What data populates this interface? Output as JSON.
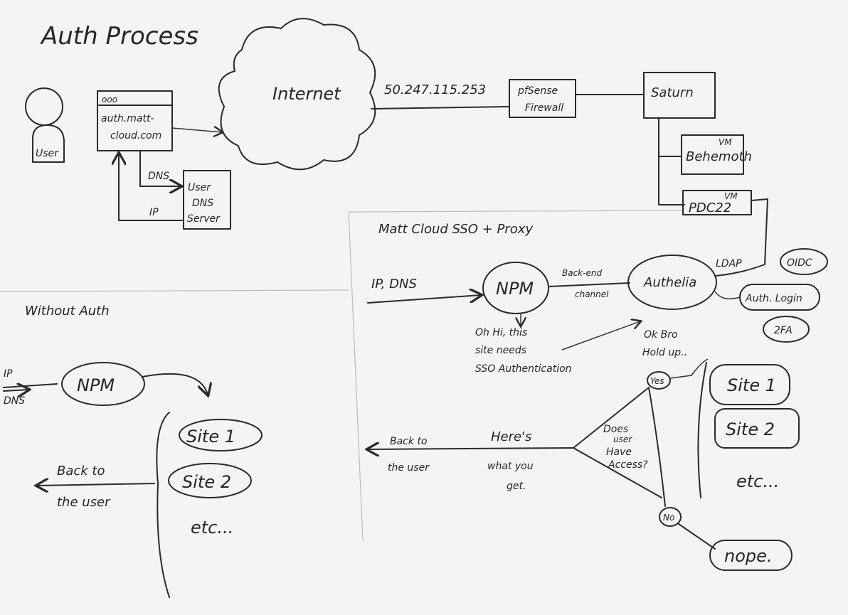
{
  "title": "Auth Process",
  "top": {
    "user_label": "User",
    "browser": {
      "titlebar": "ooo",
      "line1": "auth.matt-",
      "line2": "cloud.com"
    },
    "dns_arrow": "DNS",
    "ip_arrow": "IP",
    "dns_server": [
      "User",
      "DNS",
      "Server"
    ],
    "internet": "Internet",
    "public_ip": "50.247.115.253",
    "firewall": [
      "pfSense",
      "Firewall"
    ],
    "saturn": "Saturn",
    "behemoth": {
      "tag": "VM",
      "name": "Behemoth"
    },
    "pdc": {
      "tag": "VM",
      "name": "PDC22"
    }
  },
  "sso": {
    "heading": "Matt Cloud SSO + Proxy",
    "input": "IP, DNS",
    "npm": "NPM",
    "channel": [
      "Back-end",
      "channel"
    ],
    "authelia": "Authelia",
    "ldap": "LDAP",
    "oidc": "OIDC",
    "auth_login": "Auth. Login",
    "twofa": "2FA",
    "npm_note": [
      "Oh Hi, this",
      "site needs",
      "SSO Authentication"
    ],
    "authelia_note": [
      "Ok Bro",
      "Hold up.."
    ],
    "yes": "Yes",
    "no": "No",
    "question": [
      "Does",
      "user",
      "Have",
      "Access?"
    ],
    "sites": [
      "Site 1",
      "Site 2",
      "etc..."
    ],
    "nope": "nope.",
    "result": [
      "Here's",
      "what you",
      "get."
    ],
    "back": [
      "Back to",
      "the user"
    ]
  },
  "without": {
    "heading": "Without Auth",
    "inputs": [
      "IP",
      "DNS"
    ],
    "npm": "NPM",
    "sites": [
      "Site 1",
      "Site 2",
      "etc..."
    ],
    "back": [
      "Back to",
      "the user"
    ]
  }
}
